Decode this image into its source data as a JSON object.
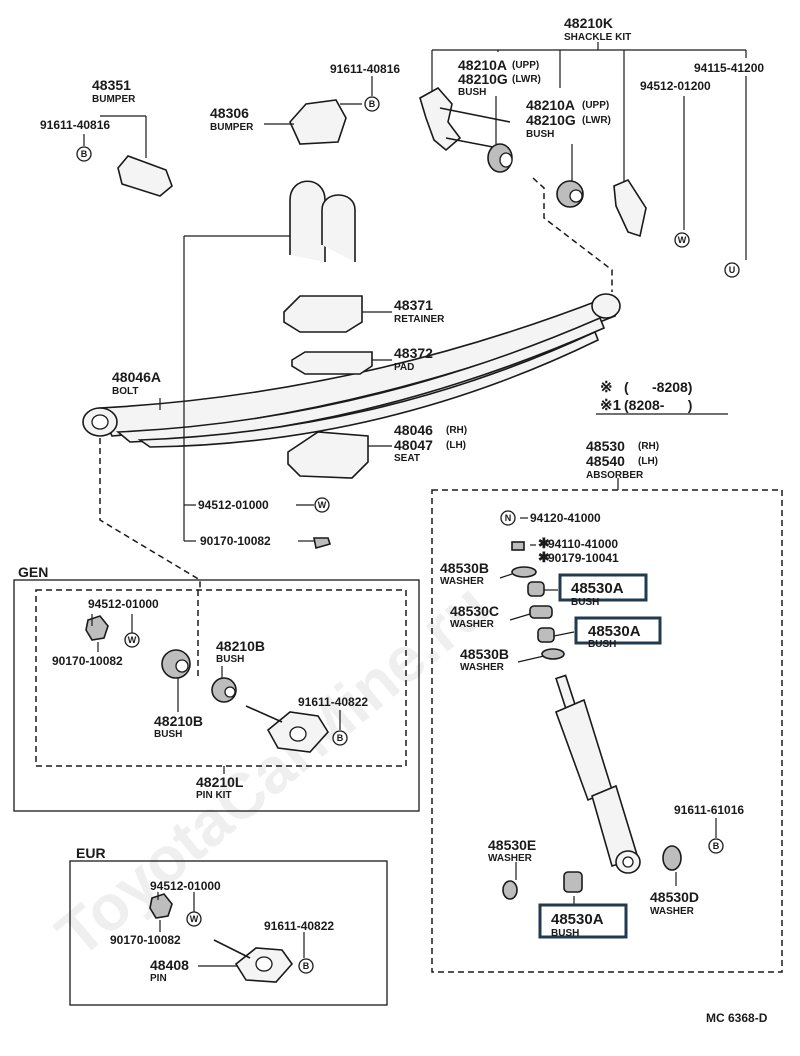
{
  "watermark": "ToyotaCarMine.ru",
  "diagram_code": "MC 6368-D",
  "shackle_kit": {
    "number": "48210K",
    "name": "SHACKLE KIT"
  },
  "parts": {
    "bolt_91611_top": "91611-40816",
    "bumper_48351": {
      "number": "48351",
      "name": "BUMPER"
    },
    "bolt_91611_left": "91611-40816",
    "bumper_48306": {
      "number": "48306",
      "name": "BUMPER"
    },
    "bush_48210a_upp": {
      "number": "48210A",
      "suffix": "(UPP)"
    },
    "bush_48210g_lwr": {
      "number": "48210G",
      "suffix": "(LWR)",
      "name": "BUSH"
    },
    "bush_48210a_upp2": {
      "number": "48210A",
      "suffix": "(UPP)"
    },
    "bush_48210g_lwr2": {
      "number": "48210G",
      "suffix": "(LWR)",
      "name": "BUSH"
    },
    "washer_94512_r": "94512-01200",
    "nut_94115": "94115-41200",
    "retainer": {
      "number": "48371",
      "name": "RETAINER"
    },
    "pad": {
      "number": "48372",
      "name": "PAD"
    },
    "bolt_48046a": {
      "number": "48046A",
      "name": "BOLT"
    },
    "seat": {
      "number_rh": "48046",
      "suffix_rh": "(RH)",
      "number_lh": "48047",
      "suffix_lh": "(LH)",
      "name": "SEAT"
    },
    "washer_94512": "94512-01000",
    "nut_90170": "90170-10082",
    "absorber": {
      "number_rh": "48530",
      "suffix_rh": "(RH)",
      "number_lh": "48540",
      "suffix_lh": "(LH)",
      "name": "ABSORBER"
    },
    "nut_94120": "94120-41000",
    "nut_94110": "94110-41000",
    "nut_90179": "90179-10041",
    "washer_48530b_a": {
      "number": "48530B",
      "name": "WASHER"
    },
    "bush_48530a_1": {
      "number": "48530A",
      "name": "BUSH"
    },
    "washer_48530c": {
      "number": "48530C",
      "name": "WASHER"
    },
    "bush_48530a_2": {
      "number": "48530A",
      "name": "BUSH"
    },
    "washer_48530b_b": {
      "number": "48530B",
      "name": "WASHER"
    },
    "bolt_91611_61016": "91611-61016",
    "washer_48530e": {
      "number": "48530E",
      "name": "WASHER"
    },
    "bush_48530a_3": {
      "number": "48530A",
      "name": "BUSH"
    },
    "washer_48530d": {
      "number": "48530D",
      "name": "WASHER"
    }
  },
  "legend": {
    "line1_mark": "※",
    "line1_range": "(      -8208)",
    "line2_mark": "※1",
    "line2_range": "(8208-      )"
  },
  "gen": {
    "title": "GEN",
    "washer": "94512-01000",
    "nut": "90170-10082",
    "bush_top": {
      "number": "48210B",
      "name": "BUSH"
    },
    "bush_bottom": {
      "number": "48210B",
      "name": "BUSH"
    },
    "bolt": "91611-40822",
    "pin_kit": {
      "number": "48210L",
      "name": "PIN KIT"
    }
  },
  "eur": {
    "title": "EUR",
    "washer": "94512-01000",
    "nut": "90170-10082",
    "bolt": "91611-40822",
    "pin": {
      "number": "48408",
      "name": "PIN"
    }
  },
  "symbols": {
    "B": "B",
    "W": "W",
    "N": "N",
    "U": "U",
    "star": "✱"
  },
  "colors": {
    "highlight": "#203b4f",
    "ink": "#1a1a1a"
  }
}
